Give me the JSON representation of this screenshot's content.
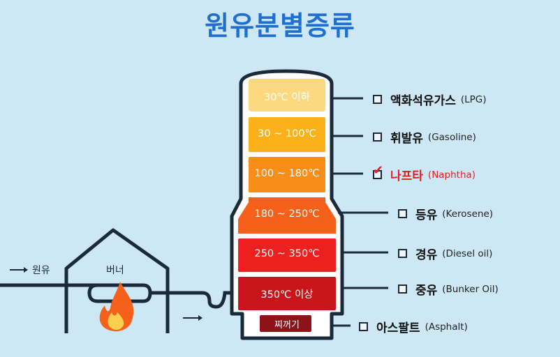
{
  "title": "원유분별증류",
  "feed_label": "원유",
  "burner_label": "버너",
  "residue_label": "찌꺼기",
  "bands": [
    {
      "temp": "30℃ 이하",
      "color": "#fcd97f"
    },
    {
      "temp": "30 ~ 100℃",
      "color": "#fbb21a"
    },
    {
      "temp": "100 ~ 180℃",
      "color": "#f98d1a"
    },
    {
      "temp": "180 ~ 250℃",
      "color": "#f5611a"
    },
    {
      "temp": "250 ~ 350℃",
      "color": "#ee1f1f"
    },
    {
      "temp": "350℃ 이상",
      "color": "#c8141a"
    }
  ],
  "products": [
    {
      "kr": "액화석유가스",
      "en": "(LPG)",
      "selected": false
    },
    {
      "kr": "휘발유",
      "en": "(Gasoline)",
      "selected": false
    },
    {
      "kr": "나프타",
      "en": "(Naphtha)",
      "selected": true
    },
    {
      "kr": "등유",
      "en": "(Kerosene)",
      "selected": false
    },
    {
      "kr": "경유",
      "en": "(Diesel oil)",
      "selected": false
    },
    {
      "kr": "중유",
      "en": "(Bunker Oil)",
      "selected": false
    },
    {
      "kr": "아스팔트",
      "en": "(Asphalt)",
      "selected": false
    }
  ],
  "colors": {
    "outline": "#1a2a3a",
    "title": "#1f6fd1",
    "residue": "#8e1218",
    "background": "#cde7f5",
    "tower_fill": "#ffffff",
    "selected": "#e02020"
  }
}
